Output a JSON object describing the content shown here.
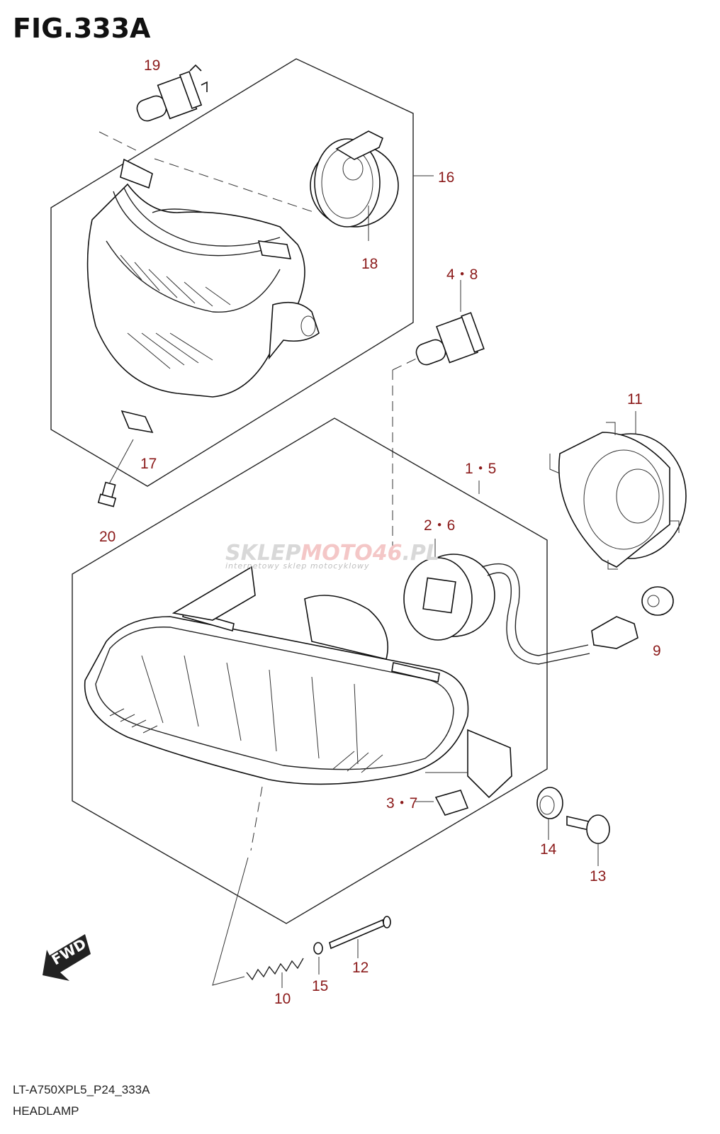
{
  "figure": {
    "title": "FIG.333A"
  },
  "footer": {
    "code": "LT-A750XPL5_P24_333A",
    "name": "HEADLAMP"
  },
  "watermark": {
    "brand_a": "SKLEP",
    "brand_b": "MOTO",
    "brand_c": "46",
    "brand_d": ".PL",
    "tagline": "internetowy sklep motocyklowy"
  },
  "fwd_label": "FWD",
  "callouts": {
    "c19": "19",
    "c16": "16",
    "c18": "18",
    "c48": "4・8",
    "c11": "11",
    "c17": "17",
    "c15a": "1・5",
    "c20": "20",
    "c26": "2・6",
    "c9": "9",
    "c37": "3・7",
    "c14": "14",
    "c13": "13",
    "c12": "12",
    "c10": "10",
    "c15": "15"
  },
  "colors": {
    "callout": "#8b1a1a",
    "line": "#222222"
  }
}
